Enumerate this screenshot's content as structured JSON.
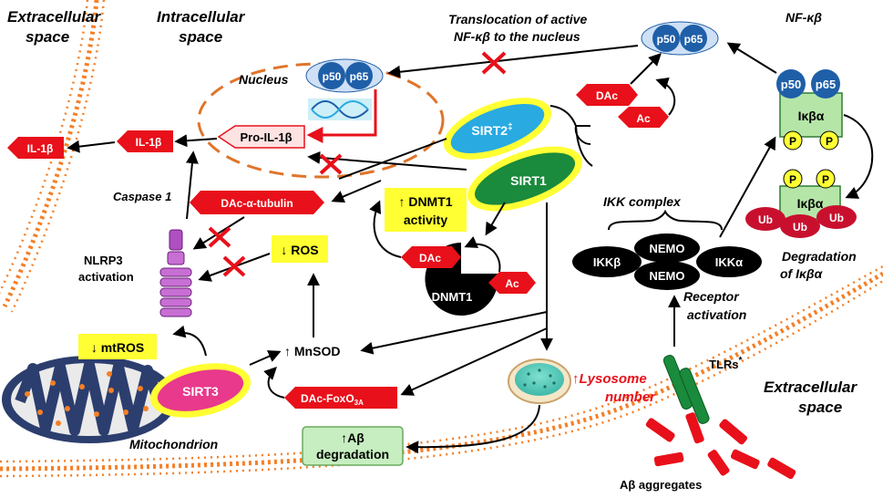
{
  "regions": {
    "extra_left": [
      "Extracellular",
      "space"
    ],
    "intra": [
      "Intracellular",
      "space"
    ],
    "extra_right": [
      "Extracellular",
      "space"
    ]
  },
  "nucleus": {
    "label": "Nucleus",
    "p50": "p50",
    "p65": "p65",
    "pro_il1b": "Pro-IL-1β"
  },
  "translocation": [
    "Translocation of active",
    "NF-κβ to the nucleus"
  ],
  "il1b_inner": "IL-1β",
  "il1b_outer": "IL-1β",
  "caspase": "Caspase 1",
  "nlrp3": [
    "NLRP3",
    "activation"
  ],
  "dac_tubulin": "DAc-α-tubulin",
  "ros": "↓ ROS",
  "mtros": "↓ mtROS",
  "sirt3": "SIRT3",
  "mito_label": "Mitochondrion",
  "mnsod": "↑ MnSOD",
  "dac_foxo": {
    "main": "DAc-FoxO",
    "sub": "3A"
  },
  "abeta_deg": [
    "↑Aβ",
    "degradation"
  ],
  "sirt2": {
    "name": "SIRT2",
    "mark": "‡"
  },
  "sirt1": "SIRT1",
  "dnmt1_activity": [
    "↑ DNMT1",
    "activity"
  ],
  "dnmt1": "DNMT1",
  "dac": "DAc",
  "ac": "Ac",
  "lysosome": [
    "↑Lysosome",
    "number"
  ],
  "nfkb": {
    "title": "NF-κβ",
    "p50": "p50",
    "p65": "p65",
    "ikba": "Iκβα",
    "p": "P",
    "ub": "Ub"
  },
  "degradation": [
    "Degradation",
    "of Iκβα"
  ],
  "ikk": {
    "title": "IKK complex",
    "ikkb": "IKKβ",
    "nemo": "NEMO",
    "ikka": "IKKα"
  },
  "receptor": [
    "Receptor",
    "activation"
  ],
  "tlrs": {
    "name": "TLRs",
    "mark": "*"
  },
  "abeta_agg": "Aβ aggregates",
  "colors": {
    "red": "#e8101a",
    "yellow": "#ffff33",
    "orange": "#f57f27",
    "nucleus_border": "#e0742a",
    "mito": "#2c3e6e",
    "sirt3": "#e8398c",
    "sirt2": "#29aae1",
    "sirt1": "#1a8a3c",
    "protein_blue": "#1f5fa8",
    "ikba_green": "#b5e6a8",
    "ub_red": "#c8102e",
    "deg_green": "#c6eec0"
  }
}
